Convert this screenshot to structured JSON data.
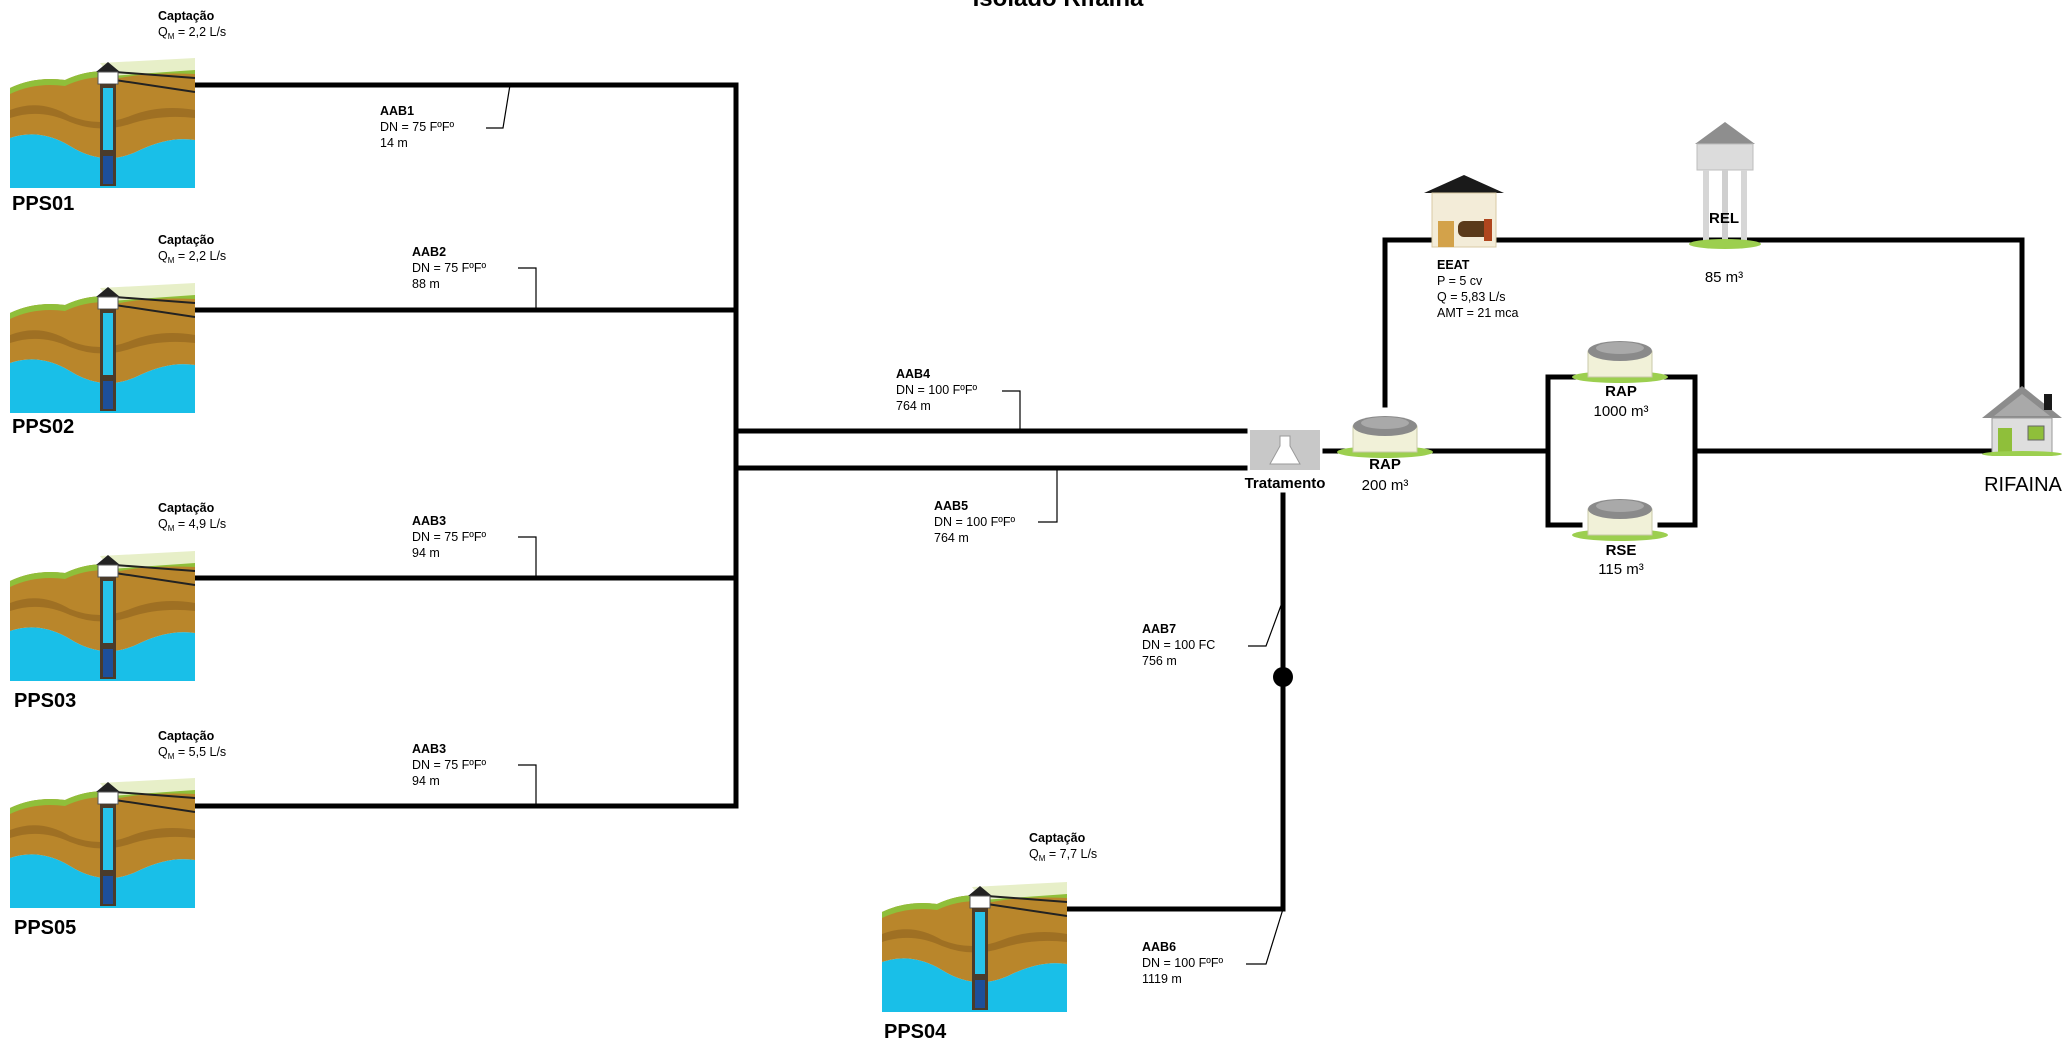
{
  "title": "Isolado Rifaina",
  "colors": {
    "pipe": "#000000",
    "water": "#19bfe8",
    "soil": "#b9862b",
    "soil_dark": "#8b5e1d",
    "grass": "#8fbf3a",
    "pump": "#27c3ea",
    "casing": "#1d4f9a"
  },
  "wells": [
    {
      "id": "PPS01",
      "label": "PPS01",
      "capt_label": "Captação",
      "flow": "Q",
      "flow_sub": "M",
      "flow_value": " = 2,2 L/s",
      "pipe": {
        "name": "AAB1",
        "dn": "DN = 75 FºFº",
        "length": "14 m"
      }
    },
    {
      "id": "PPS02",
      "label": "PPS02",
      "capt_label": "Captação",
      "flow": "Q",
      "flow_sub": "M",
      "flow_value": " = 2,2 L/s",
      "pipe": {
        "name": "AAB2",
        "dn": "DN = 75 FºFº",
        "length": "88 m"
      }
    },
    {
      "id": "PPS03",
      "label": "PPS03",
      "capt_label": "Captação",
      "flow": "Q",
      "flow_sub": "M",
      "flow_value": " = 4,9 L/s",
      "pipe": {
        "name": "AAB3",
        "dn": "DN = 75 FºFº",
        "length": "94 m"
      }
    },
    {
      "id": "PPS05",
      "label": "PPS05",
      "capt_label": "Captação",
      "flow": "Q",
      "flow_sub": "M",
      "flow_value": " = 5,5 L/s",
      "pipe": {
        "name": "AAB3",
        "dn": "DN = 75 FºFº",
        "length": "94 m"
      }
    },
    {
      "id": "PPS04",
      "label": "PPS04",
      "capt_label": "Captação",
      "flow": "Q",
      "flow_sub": "M",
      "flow_value": " = 7,7 L/s",
      "pipe": {
        "name": "AAB6",
        "dn": "DN = 100 FºFº",
        "length": "1119 m"
      }
    }
  ],
  "trunk_pipes": [
    {
      "name": "AAB4",
      "dn": "DN = 100 FºFº",
      "length": "764 m"
    },
    {
      "name": "AAB5",
      "dn": "DN = 100 FºFº",
      "length": "764 m"
    },
    {
      "name": "AAB7",
      "dn": "DN = 100 FC",
      "length": "756 m"
    }
  ],
  "treatment": {
    "label": "Tratamento"
  },
  "rap_main": {
    "label": "RAP",
    "volume": "200 m³"
  },
  "eeat": {
    "label": "EEAT",
    "power": "P = 5 cv",
    "flow": "Q = 5,83 L/s",
    "head": "AMT = 21 mca"
  },
  "rel": {
    "label": "REL",
    "volume": "85 m³"
  },
  "rap_large": {
    "label": "RAP",
    "volume": "1000 m³"
  },
  "rse": {
    "label": "RSE",
    "volume": "115 m³"
  },
  "city": {
    "label": "RIFAINA"
  }
}
